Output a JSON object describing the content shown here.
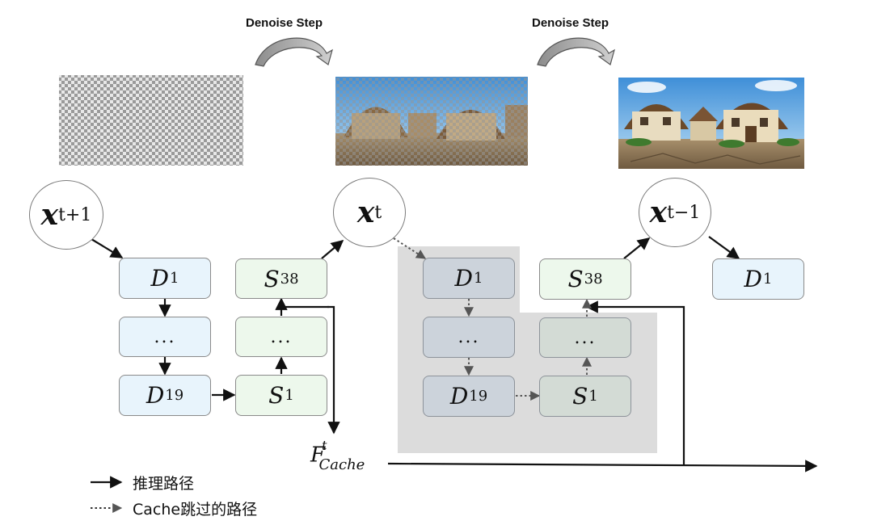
{
  "steps": {
    "label_1": "Denoise Step",
    "label_2": "Denoise Step"
  },
  "latents": {
    "prev": {
      "base": "x",
      "sub": "t+1"
    },
    "curr": {
      "base": "x",
      "sub": "t"
    },
    "next": {
      "base": "x",
      "sub": "t−1"
    }
  },
  "blocks": {
    "d1": {
      "base": "D",
      "sub": "1"
    },
    "d19": {
      "base": "D",
      "sub": "19"
    },
    "s1": {
      "base": "S",
      "sub": "1"
    },
    "s38": {
      "base": "S",
      "sub": "38"
    },
    "ellipsis": "..."
  },
  "cache": {
    "base": "F",
    "sup": "t",
    "sub": "Cache"
  },
  "legend": {
    "solid": "推理路径",
    "dotted": "Cache跳过的路径"
  },
  "colors": {
    "down_block": "#e8f4fc",
    "single_block": "#edf8ec",
    "skip_region": "#dcdcdc"
  },
  "images": {
    "noise": "checkerboard-noise",
    "partial": "partially-denoised-village",
    "clean": "denoised-village-panorama"
  }
}
